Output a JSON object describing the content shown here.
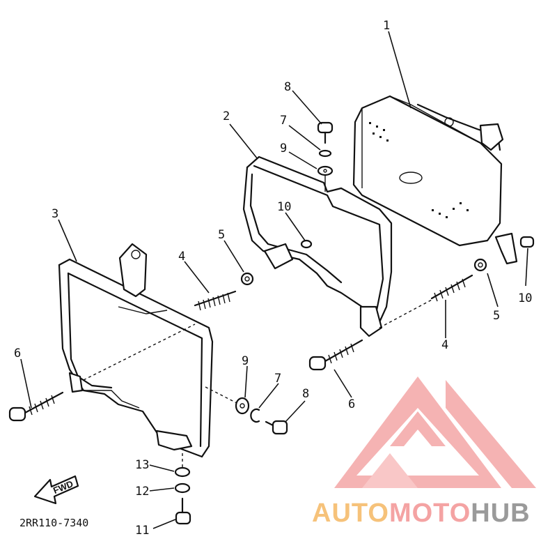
{
  "diagram": {
    "part_numbers": [
      "1",
      "2",
      "3",
      "4",
      "4",
      "5",
      "5",
      "6",
      "6",
      "7",
      "7",
      "8",
      "8",
      "9",
      "9",
      "10",
      "10",
      "11",
      "12",
      "13"
    ],
    "fwd_label": "FWD",
    "drawing_code": "2RR110-7340"
  },
  "watermark": {
    "text_part_1": "AUTO",
    "text_part_2": "MOTO",
    "text_part_3": "HUB",
    "colors": {
      "auto": "#f6c27a",
      "moto": "#f4a3a3",
      "hub": "#9a9a9a",
      "logo": "#f08a8a"
    }
  }
}
